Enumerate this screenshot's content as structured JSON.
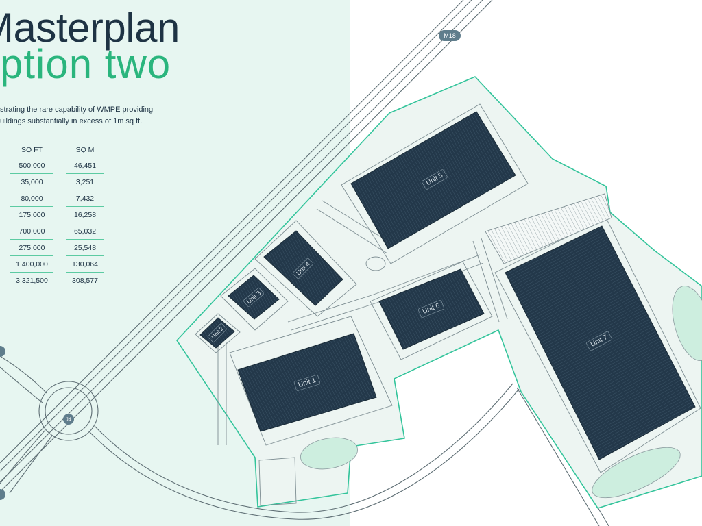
{
  "title": {
    "line1": "Masterplan",
    "line2": "ption two"
  },
  "intro": {
    "line1": "strating the rare capability of WMPE providing",
    "line2": "uildings substantially in excess of 1m sq ft."
  },
  "table": {
    "headers": [
      "SQ FT",
      "SQ M"
    ],
    "rows": [
      {
        "sqft": "500,000",
        "sqm": "46,451"
      },
      {
        "sqft": "35,000",
        "sqm": "3,251"
      },
      {
        "sqft": "80,000",
        "sqm": "7,432"
      },
      {
        "sqft": "175,000",
        "sqm": "16,258"
      },
      {
        "sqft": "700,000",
        "sqm": "65,032"
      },
      {
        "sqft": "275,000",
        "sqm": "25,548"
      },
      {
        "sqft": "1,400,000",
        "sqm": "130,064"
      },
      {
        "sqft": "3,321,500",
        "sqm": "308,577"
      }
    ]
  },
  "map": {
    "road_labels": {
      "motorway": "M18",
      "junction": "J4"
    },
    "units": [
      {
        "label": "Unit 1"
      },
      {
        "label": "Unit 2"
      },
      {
        "label": "Unit 3"
      },
      {
        "label": "Unit 4"
      },
      {
        "label": "Unit 5"
      },
      {
        "label": "Unit 6"
      },
      {
        "label": "Unit 7"
      }
    ]
  },
  "colors": {
    "panel_background": "#e7f6f1",
    "title_dark": "#1e3344",
    "title_accent": "#2ab57d",
    "site_boundary": "#33c49b",
    "building": "#23384a",
    "landscaping": "#cdeedf",
    "road_badge": "#5f7d8c"
  }
}
